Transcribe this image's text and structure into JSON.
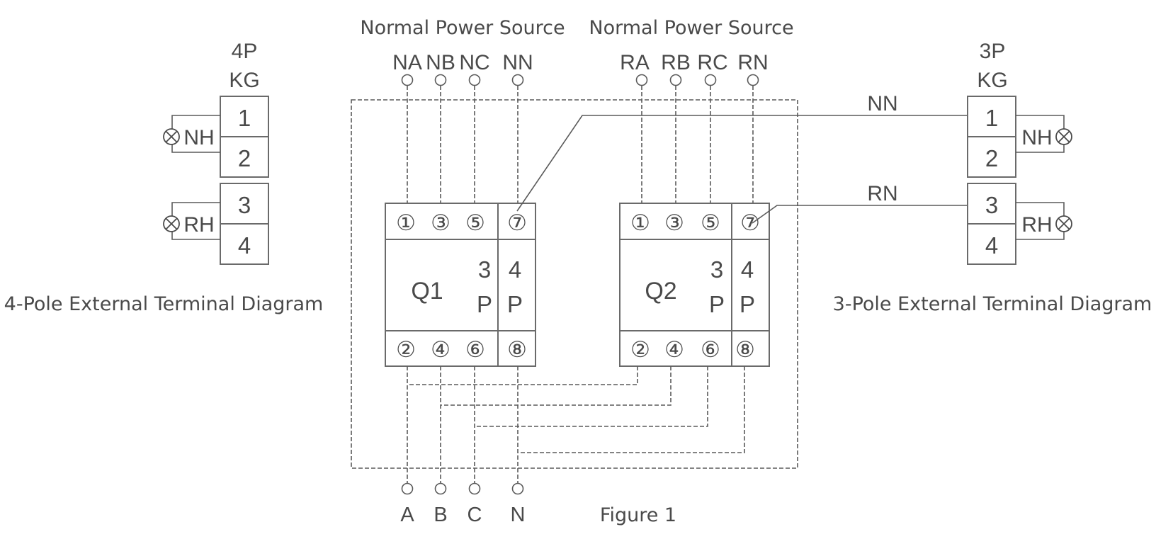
{
  "top_labels": {
    "left_source": "Normal Power Source",
    "right_source": "Normal Power Source"
  },
  "inputs_left": [
    "NA",
    "NB",
    "NC",
    "NN"
  ],
  "inputs_right": [
    "RA",
    "RB",
    "RC",
    "RN"
  ],
  "outputs": [
    "A",
    "B",
    "C",
    "N"
  ],
  "breaker_q1": {
    "name": "Q1",
    "top_pins": [
      "①",
      "③",
      "⑤",
      "⑦"
    ],
    "bottom_pins": [
      "②",
      "④",
      "⑥",
      "⑧"
    ],
    "col3": [
      "3",
      "P"
    ],
    "col4": [
      "4",
      "P"
    ]
  },
  "breaker_q2": {
    "name": "Q2",
    "top_pins": [
      "①",
      "③",
      "⑤",
      "⑦"
    ],
    "bottom_pins": [
      "②",
      "④",
      "⑥",
      "⑧"
    ],
    "col3": [
      "3",
      "P"
    ],
    "col4": [
      "4",
      "P"
    ]
  },
  "left_terminal": {
    "title_top": "4P",
    "title_bottom": "KG",
    "cells": [
      "1",
      "2",
      "3",
      "4"
    ],
    "lamp_top": "NH",
    "lamp_bottom": "RH",
    "caption": "4-Pole External Terminal Diagram"
  },
  "right_terminal": {
    "title_top": "3P",
    "title_bottom": "KG",
    "cells": [
      "1",
      "2",
      "3",
      "4"
    ],
    "lamp_top": "NH",
    "lamp_bottom": "RH",
    "caption": "3-Pole External Terminal Diagram"
  },
  "wire_labels": {
    "nn": "NN",
    "rn": "RN"
  },
  "figure_caption": "Figure 1"
}
